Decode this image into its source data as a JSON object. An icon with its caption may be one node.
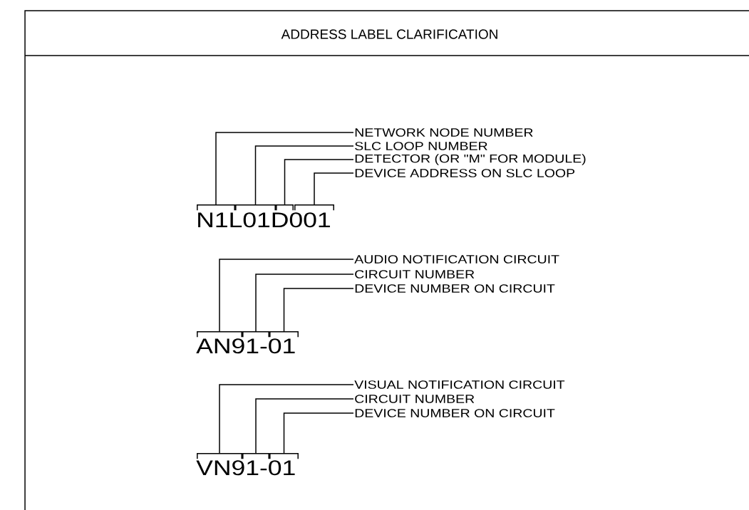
{
  "diagram": {
    "title": "ADDRESS LABEL CLARIFICATION",
    "nodes": [
      {
        "text": [
          "NETWORK NODE NUMBER"
        ]
      },
      {
        "text": [
          "SLC LOOP NUMBER"
        ]
      },
      {
        "text": [
          "DETECTOR (OR \"M\" FOR MODULE)"
        ]
      },
      {
        "text": [
          "DEVICE ADDRESS ON SLC LOOP"
        ]
      },
      {
        "text": [],
        "shape": "bracket"
      },
      {
        "text": [],
        "shape": "bracket"
      },
      {
        "text": [],
        "shape": "bracket"
      },
      {
        "text": [],
        "shape": "bracket"
      },
      {
        "text": [
          "AUDIO NOTIFICATION CIRCUIT"
        ]
      },
      {
        "text": [
          "CIRCUIT NUMBER"
        ]
      },
      {
        "text": [
          "DEVICE NUMBER ON CIRCUIT"
        ]
      },
      {
        "text": [],
        "shape": "bracket"
      },
      {
        "text": [],
        "shape": "bracket"
      },
      {
        "text": [],
        "shape": "bracket"
      },
      {
        "text": [
          "VISUAL NOTIFICATION CIRCUIT"
        ]
      },
      {
        "text": [
          "CIRCUIT NUMBER"
        ]
      },
      {
        "text": [
          "DEVICE NUMBER ON CIRCUIT"
        ]
      },
      {
        "text": [],
        "shape": "bracket"
      },
      {
        "text": [],
        "shape": "bracket"
      },
      {
        "text": [],
        "shape": "bracket"
      }
    ],
    "edges": [
      {
        "from": 0,
        "to": 4,
        "arrow": "none"
      },
      {
        "from": 1,
        "to": 5,
        "arrow": "none"
      },
      {
        "from": 2,
        "to": 6,
        "arrow": "none"
      },
      {
        "from": 3,
        "to": 7,
        "arrow": "none"
      },
      {
        "from": 8,
        "to": 11,
        "arrow": "none"
      },
      {
        "from": 9,
        "to": 12,
        "arrow": "none"
      },
      {
        "from": 10,
        "to": 13,
        "arrow": "none"
      },
      {
        "from": 14,
        "to": 17,
        "arrow": "none"
      },
      {
        "from": 15,
        "to": 18,
        "arrow": "none"
      },
      {
        "from": 16,
        "to": 19,
        "arrow": "none"
      }
    ],
    "labels": [
      "N1L01D001",
      "AN91-01",
      "VN91-01"
    ]
  }
}
